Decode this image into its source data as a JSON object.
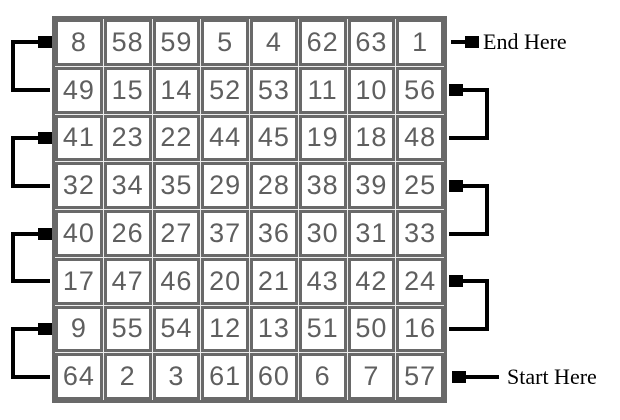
{
  "labels": {
    "end": "End Here",
    "start": "Start Here"
  },
  "grid": {
    "rows": 8,
    "cols": 8,
    "cells": [
      [
        8,
        58,
        59,
        5,
        4,
        62,
        63,
        1
      ],
      [
        49,
        15,
        14,
        52,
        53,
        11,
        10,
        56
      ],
      [
        41,
        23,
        22,
        44,
        45,
        19,
        18,
        48
      ],
      [
        32,
        34,
        35,
        29,
        28,
        38,
        39,
        25
      ],
      [
        40,
        26,
        27,
        37,
        36,
        30,
        31,
        33
      ],
      [
        17,
        47,
        46,
        20,
        21,
        43,
        42,
        24
      ],
      [
        9,
        55,
        54,
        12,
        13,
        51,
        50,
        16
      ],
      [
        64,
        2,
        3,
        61,
        60,
        6,
        7,
        57
      ]
    ]
  },
  "arrows": {
    "end_arrow": {
      "side": "right",
      "row": 1,
      "direction": "right"
    },
    "start_arrow": {
      "side": "right",
      "row": 8,
      "direction": "left"
    },
    "left_loops": [
      {
        "from_row": 2,
        "to_row": 1
      },
      {
        "from_row": 4,
        "to_row": 3
      },
      {
        "from_row": 6,
        "to_row": 5
      },
      {
        "from_row": 8,
        "to_row": 7
      }
    ],
    "right_loops": [
      {
        "from_row": 3,
        "to_row": 2
      },
      {
        "from_row": 5,
        "to_row": 4
      },
      {
        "from_row": 7,
        "to_row": 6
      }
    ]
  },
  "colors": {
    "grid_line": "#696969",
    "number": "#5f5f5f",
    "arrow": "#000000",
    "cell_background": "#ffffff",
    "page_background": "#ffffff"
  }
}
